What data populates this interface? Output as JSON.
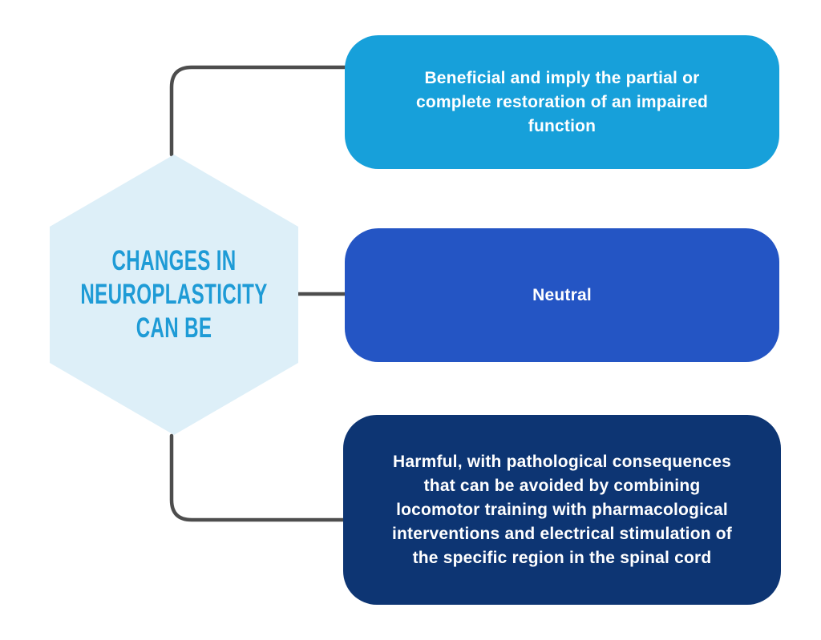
{
  "canvas": {
    "background": "#ffffff",
    "connector_color": "#4d4d4d"
  },
  "hexagon": {
    "fill": "#ddeff8",
    "text_color": "#1e9bd6",
    "label_lines": [
      "CHANGES IN",
      "NEUROPLASTICITY",
      "CAN BE"
    ]
  },
  "nodes": [
    {
      "name": "beneficial",
      "fill": "#17a0da",
      "text_color": "#ffffff",
      "lines": [
        "Beneficial and imply the partial or",
        "complete restoration of an impaired",
        "function"
      ]
    },
    {
      "name": "neutral",
      "fill": "#2455c4",
      "text_color": "#ffffff",
      "lines": [
        "Neutral"
      ]
    },
    {
      "name": "harmful",
      "fill": "#0d3573",
      "text_color": "#ffffff",
      "lines": [
        "Harmful, with pathological consequences",
        "that can be avoided by combining",
        "locomotor training with pharmacological",
        "interventions and electrical stimulation of",
        "the specific region in the spinal cord"
      ]
    }
  ]
}
